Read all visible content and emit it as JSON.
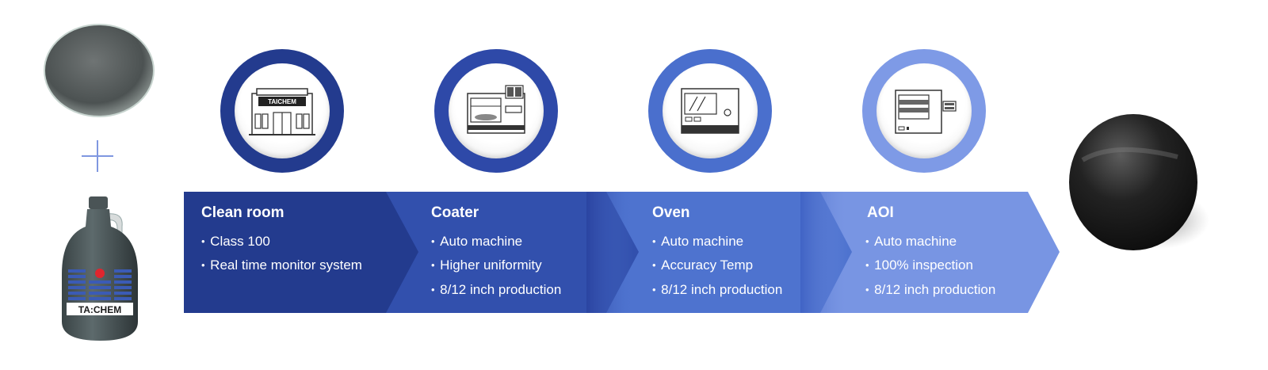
{
  "brand": {
    "label": "TAICHEM",
    "bottle_label": "TA:CHEM"
  },
  "plus_sign": "+",
  "steps": [
    {
      "title": "Clean room",
      "bullets": [
        "Class 100",
        "Real time monitor system"
      ],
      "color": "#233b8e",
      "ring": "#233b8e",
      "icon": "building-icon"
    },
    {
      "title": "Coater",
      "bullets": [
        "Auto machine",
        "Higher uniformity",
        "8/12 inch production"
      ],
      "color": "#3250ad",
      "ring": "#2e49a8",
      "icon": "coater-machine-icon"
    },
    {
      "title": "Oven",
      "bullets": [
        "Auto machine",
        "Accuracy Temp",
        "8/12 inch production"
      ],
      "color": "#4e73cf",
      "ring": "#4a6fcd",
      "icon": "oven-machine-icon"
    },
    {
      "title": "AOI",
      "bullets": [
        "Auto machine",
        "100% inspection",
        "8/12 inch production"
      ],
      "color": "#7895e3",
      "ring": "#7e9ae6",
      "icon": "aoi-machine-icon"
    }
  ],
  "colors": {
    "plus": "#7f97e0"
  }
}
